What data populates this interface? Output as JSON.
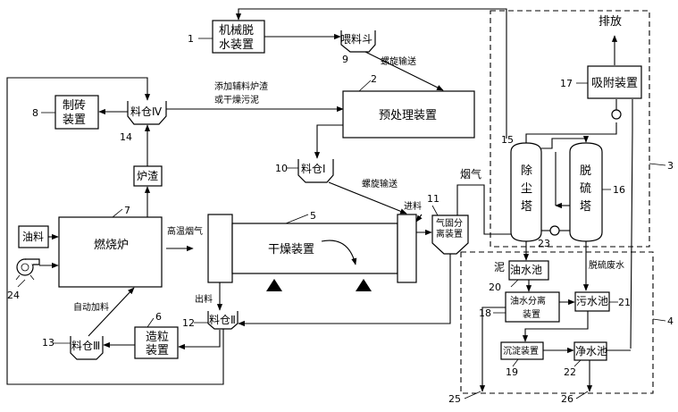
{
  "units": {
    "u1": {
      "line1": "机械脱",
      "line2": "水装置",
      "num": "1"
    },
    "u2": {
      "label": "预处理装置",
      "num": "2"
    },
    "u3": {
      "num": "3"
    },
    "u4": {
      "num": "4"
    },
    "u5": {
      "label": "干燥装置",
      "num": "5"
    },
    "u6": {
      "line1": "造粒",
      "line2": "装置",
      "num": "6"
    },
    "u7": {
      "label": "燃烧炉",
      "num": "7"
    },
    "u8": {
      "line1": "制砖",
      "line2": "装置",
      "num": "8"
    },
    "u9": {
      "label": "喂料斗",
      "num": "9"
    },
    "u10": {
      "label": "料仓Ⅰ",
      "num": "10"
    },
    "u11": {
      "line1": "气固分",
      "line2": "离装置",
      "num": "11"
    },
    "u12": {
      "label": "料仓Ⅱ",
      "num": "12"
    },
    "u13": {
      "label": "料仓Ⅲ",
      "num": "13"
    },
    "u14": {
      "label": "料仓Ⅳ",
      "num": "14"
    },
    "u15": {
      "line1": "除",
      "line2": "尘",
      "line3": "塔",
      "num": "15"
    },
    "u16": {
      "line1": "脱",
      "line2": "硫",
      "line3": "塔",
      "num": "16"
    },
    "u17": {
      "label": "吸附装置",
      "num": "17"
    },
    "u18": {
      "line1": "油水分离",
      "line2": "装置",
      "num": "18"
    },
    "u19": {
      "label": "沉淀装置",
      "num": "19"
    },
    "u20": {
      "label": "油水池",
      "num": "20"
    },
    "u21": {
      "label": "污水池",
      "num": "21"
    },
    "u22": {
      "label": "净水池",
      "num": "22"
    },
    "u23": {
      "num": "23"
    },
    "u24": {
      "num": "24"
    },
    "u25": {
      "num": "25"
    },
    "u26": {
      "num": "26"
    },
    "slag": {
      "label": "炉渣"
    },
    "oil": {
      "label": "油料"
    }
  },
  "flows": {
    "screw1": "螺旋输送",
    "screw2": "螺旋输送",
    "additive_line1": "添加辅料炉渣",
    "additive_line2": "或干燥污泥",
    "hot_gas": "高温烟气",
    "flue_gas": "烟气",
    "feed_in": "进料",
    "discharge": "出料",
    "auto_feed": "自动加料",
    "mud": "泥",
    "desulf_water": "脱硫废水",
    "emission": "排放"
  }
}
